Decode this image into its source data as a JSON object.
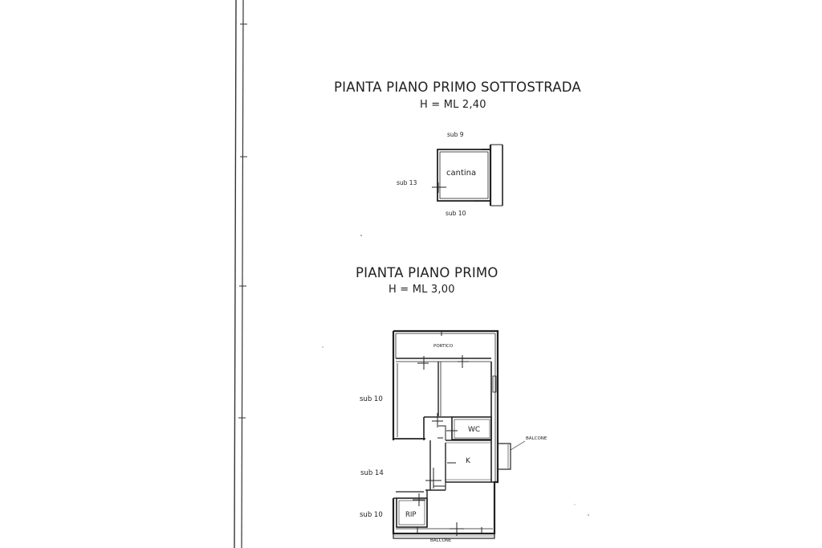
{
  "basement": {
    "title": "PIANTA PIANO PRIMO SOTTOSTRADA",
    "height": "H = ML 2,40",
    "labels": {
      "north": "sub 9",
      "west": "sub 13",
      "south": "sub 10",
      "room": "cantina"
    }
  },
  "first_floor": {
    "title": "PIANTA PIANO PRIMO",
    "height": "H = ML 3,00",
    "labels": {
      "portico": "PORTICO",
      "wc": "WC",
      "kitchen": "K",
      "rip": "RIP",
      "balcone_east": "BALCONE",
      "balcone_south": "BALCONE",
      "sub_upper": "sub 10",
      "sub_middle": "sub 14",
      "sub_lower": "sub 10"
    }
  }
}
